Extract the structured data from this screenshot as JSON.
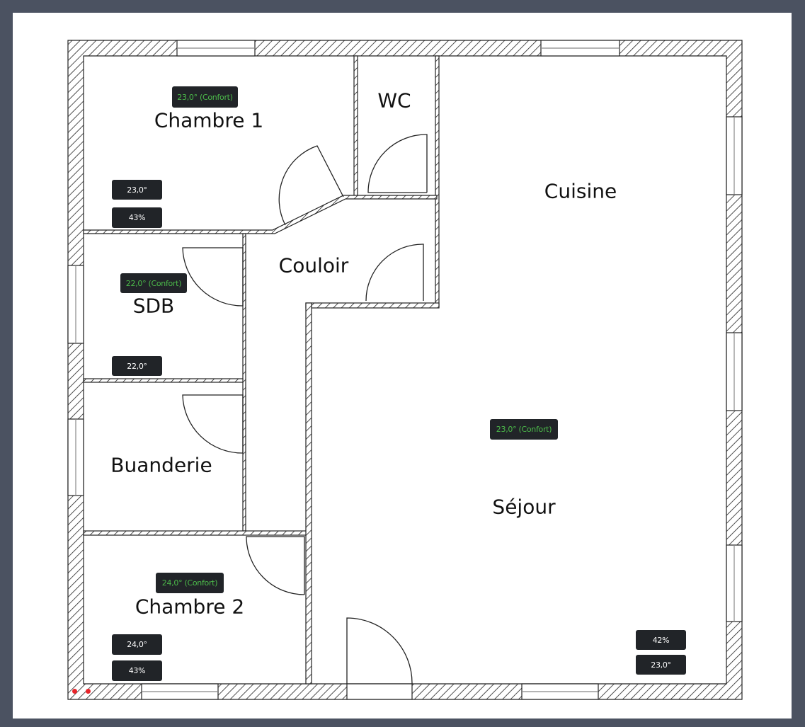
{
  "rooms": {
    "chambre1": "Chambre 1",
    "wc": "WC",
    "cuisine": "Cuisine",
    "couloir": "Couloir",
    "sdb": "SDB",
    "buanderie": "Buanderie",
    "sejour": "Séjour",
    "chambre2": "Chambre 2"
  },
  "badges": {
    "chambre1_setpoint": "23,0° (Confort)",
    "chambre1_temp": "23,0°",
    "chambre1_humidity": "43%",
    "sdb_setpoint": "22,0° (Confort)",
    "sdb_temp": "22,0°",
    "sejour_setpoint": "23,0° (Confort)",
    "sejour_humidity": "42%",
    "sejour_temp": "23,0°",
    "chambre2_setpoint": "24,0° (Confort)",
    "chambre2_temp": "24,0°",
    "chambre2_humidity": "43%"
  },
  "colors": {
    "badge_bg": "#212428",
    "setpoint_text": "#4cbb4a",
    "frame": "#4b5261",
    "status_dot": "#e8242a"
  }
}
